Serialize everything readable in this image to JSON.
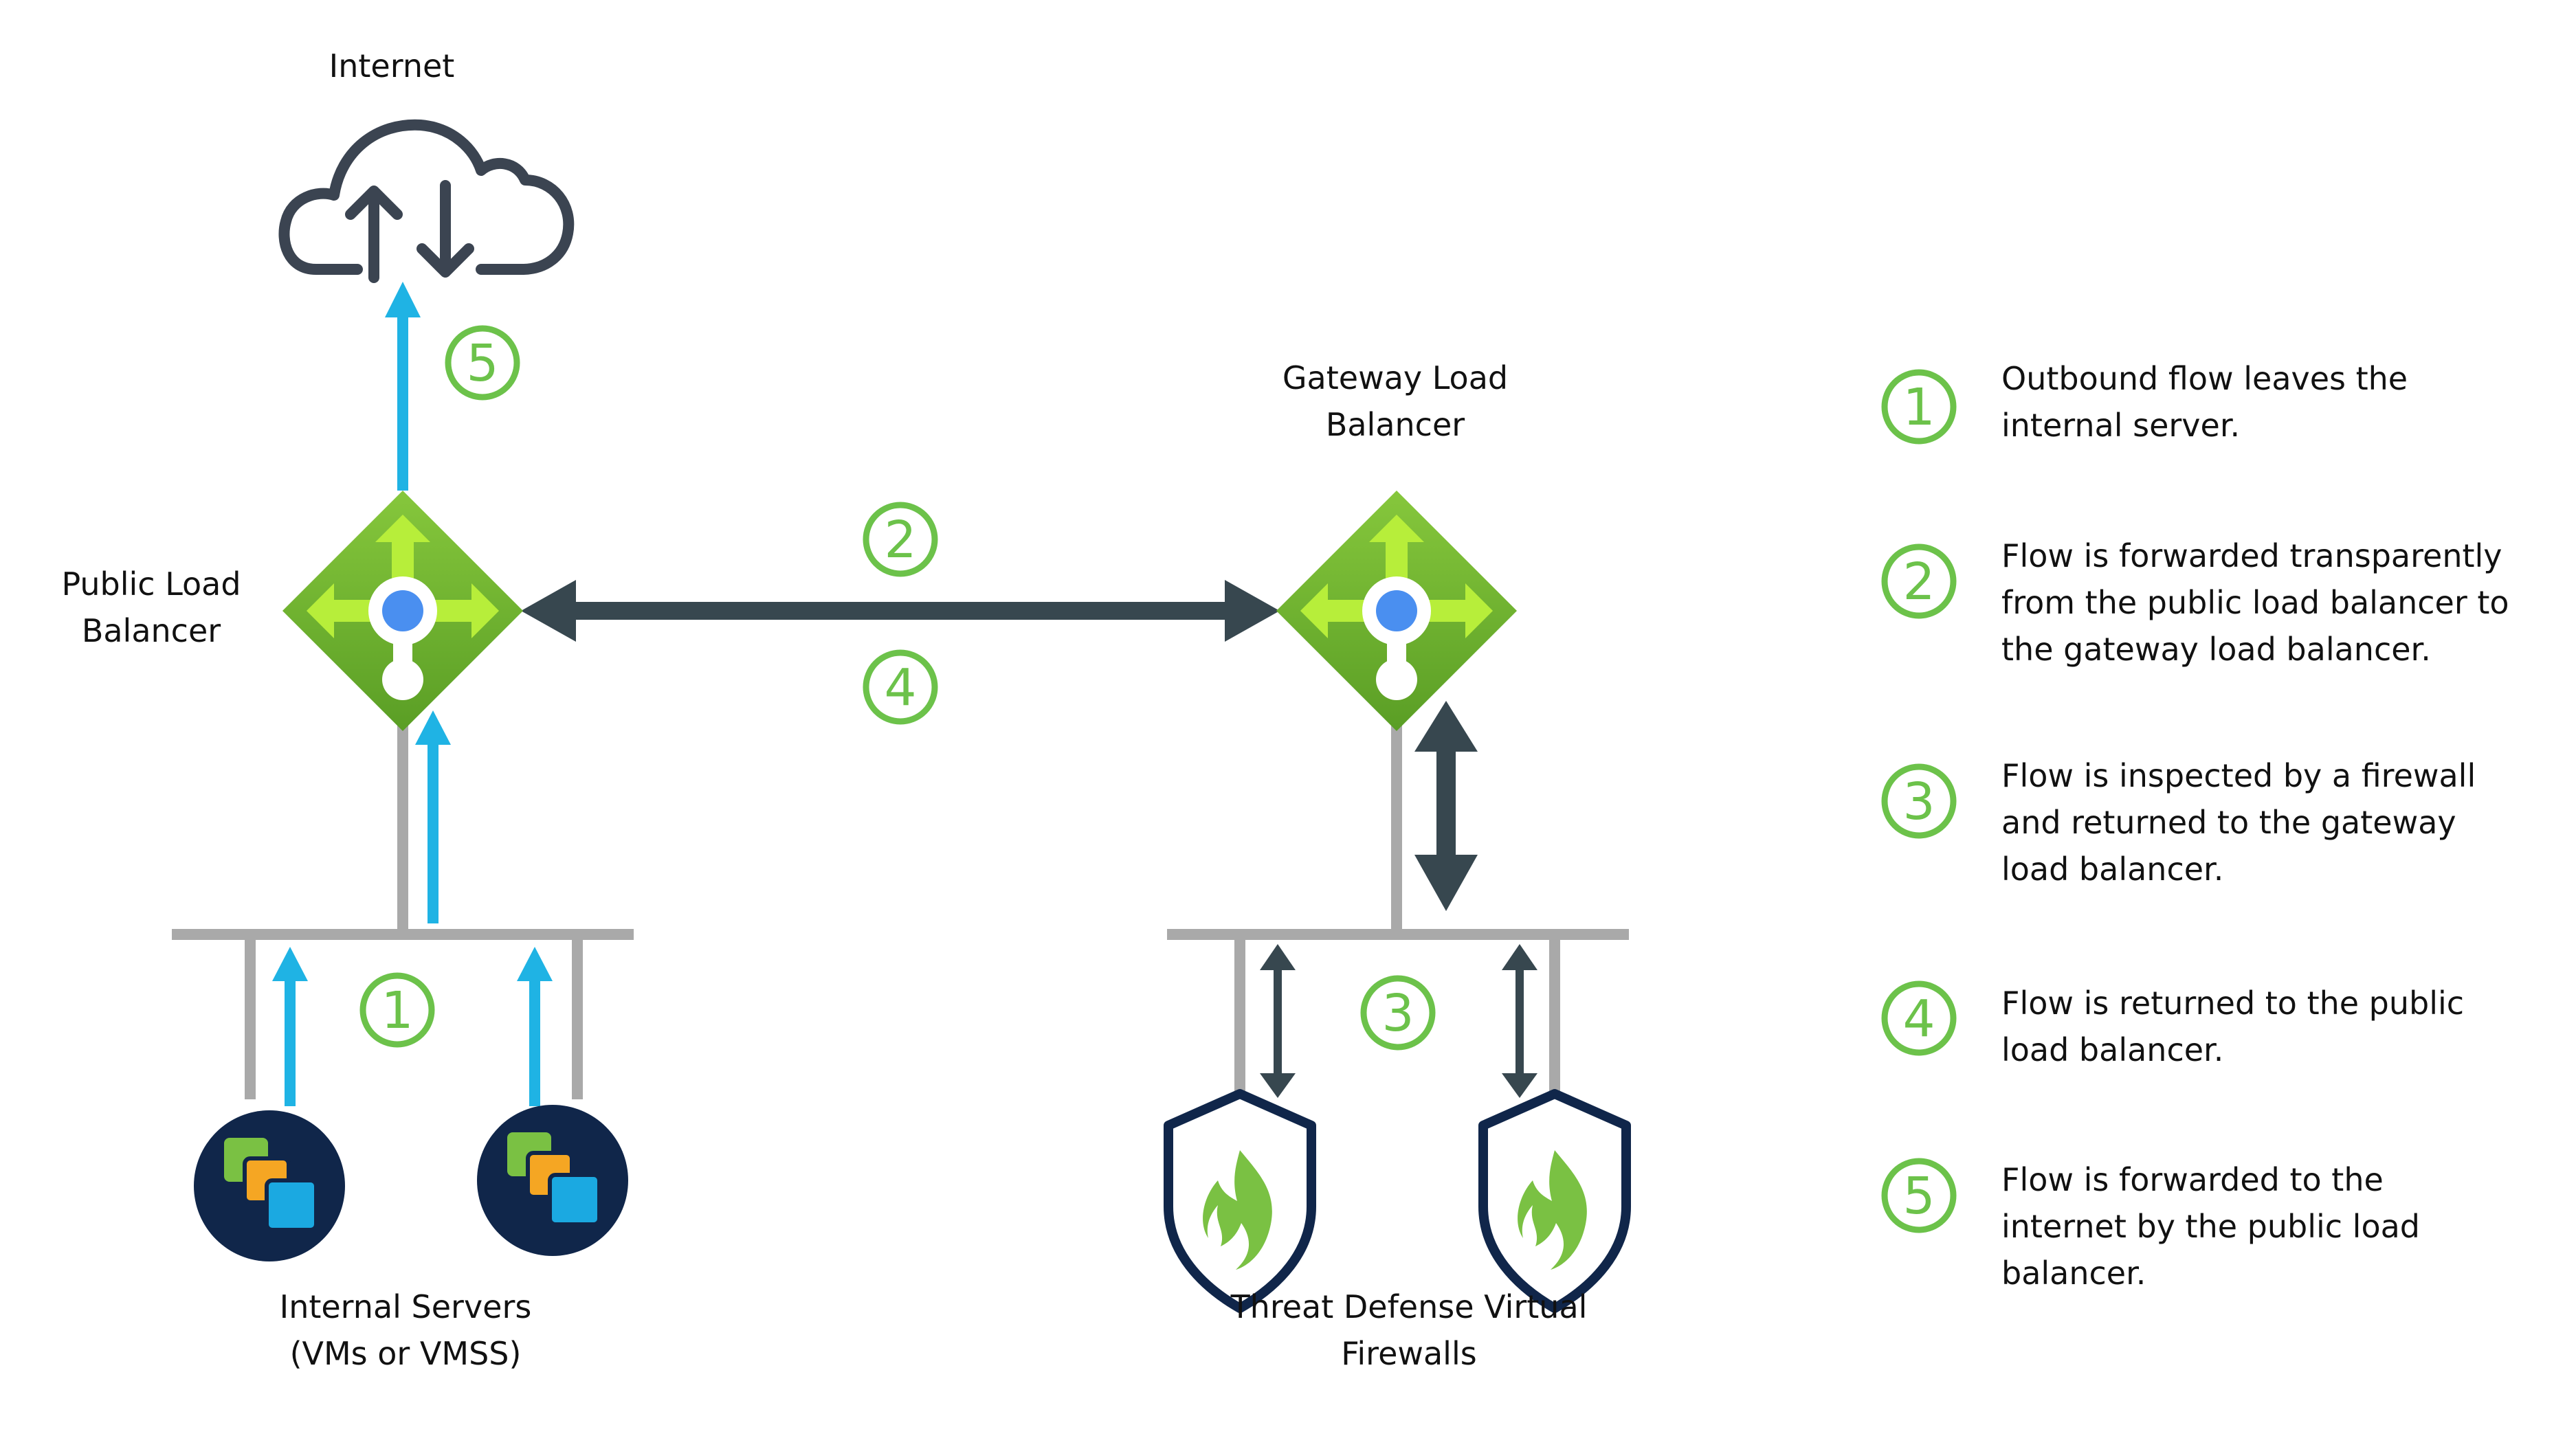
{
  "labels": {
    "internet": "Internet",
    "public_lb": [
      "Public Load",
      "Balancer"
    ],
    "gateway_lb": [
      "Gateway Load",
      "Balancer"
    ],
    "internal_servers": [
      "Internal Servers",
      "(VMs or VMSS)"
    ],
    "firewalls": [
      "Threat Defense Virtual",
      "Firewalls"
    ]
  },
  "step_markers": [
    "1",
    "2",
    "3",
    "4",
    "5"
  ],
  "legend": [
    {
      "number": "1",
      "lines": [
        "Outbound flow leaves the",
        "internal server."
      ]
    },
    {
      "number": "2",
      "lines": [
        "Flow is forwarded transparently",
        "from the public load balancer to",
        "the gateway load balancer."
      ]
    },
    {
      "number": "3",
      "lines": [
        "Flow is inspected by a firewall",
        "and returned to the gateway",
        "load balancer."
      ]
    },
    {
      "number": "4",
      "lines": [
        "Flow is returned to the public",
        "load balancer."
      ]
    },
    {
      "number": "5",
      "lines": [
        "Flow is forwarded to the",
        "internet by the public load",
        "balancer."
      ]
    }
  ],
  "colors": {
    "flow_arrow": "#1fb3e4",
    "bidirectional_arrow": "#37474f",
    "step_circle": "#6cc24a",
    "connector_line": "#a9a9a9",
    "load_balancer": "#6fb52c",
    "server_icon_bg": "#10264a",
    "firewall_shield": "#10264a",
    "cloud_icon": "#3b4451"
  },
  "icons": {
    "internet": "cloud-upload-download-icon",
    "load_balancer": "load-balancer-icon",
    "server": "virtual-machine-icon",
    "firewall": "firewall-shield-icon"
  }
}
